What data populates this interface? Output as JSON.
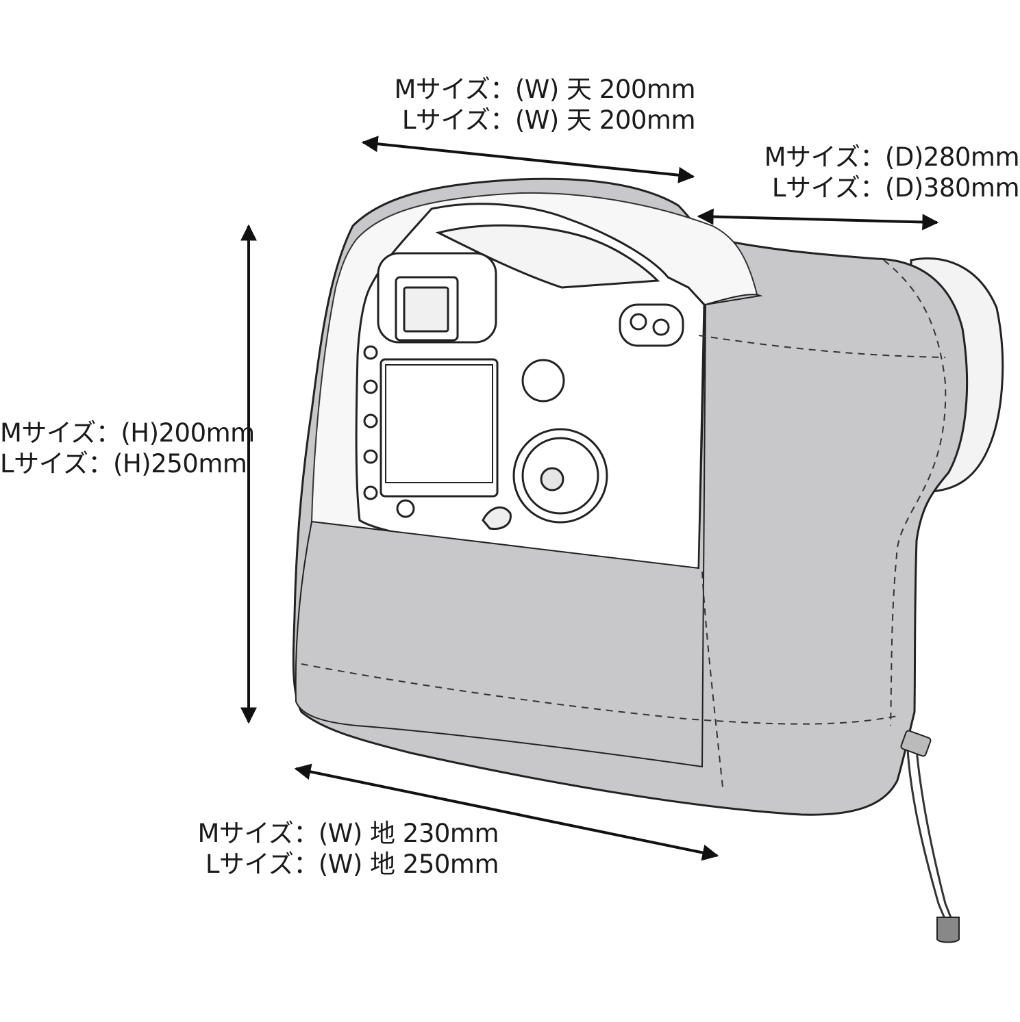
{
  "dimensions": {
    "top_width": {
      "m_label": "Mサイズ：(W) 天 200mm",
      "l_label": "Lサイズ：(W) 天 200mm"
    },
    "depth": {
      "m_label": "Mサイズ：(D)280mm",
      "l_label": "Lサイズ：(D)380mm"
    },
    "height": {
      "m_label": "Mサイズ：(H)200mm",
      "l_label": "Lサイズ：(H)250mm"
    },
    "bottom_width": {
      "m_label": "Mサイズ：(W) 地 230mm",
      "l_label": "Lサイズ：(W) 地 250mm"
    }
  },
  "colors": {
    "cover_fill": "#c7c7ca",
    "outline": "#222222",
    "lens_fill": "#f2f2f2",
    "camera_fill": "#ffffff"
  }
}
